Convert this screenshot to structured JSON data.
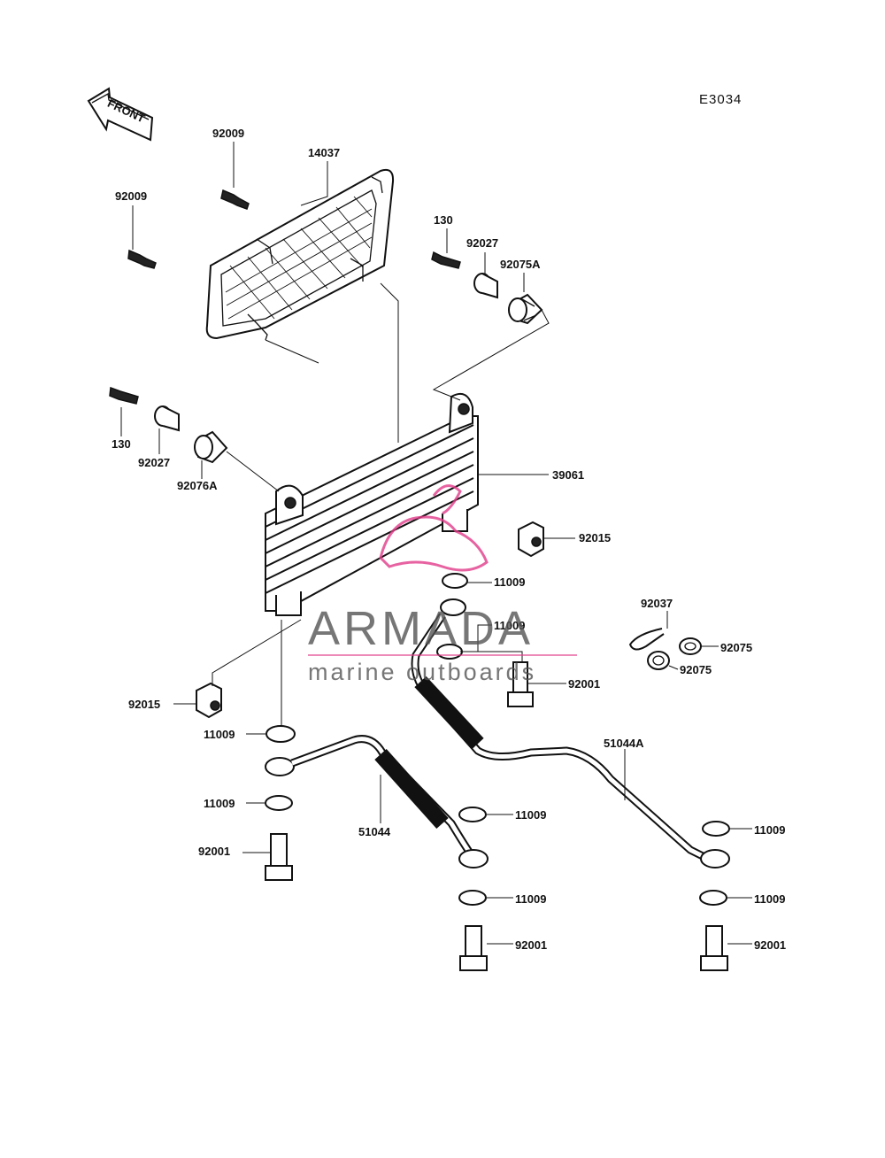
{
  "diagram_code": "E3034",
  "direction_arrow": {
    "label": "FRONT",
    "icon": "front-arrow-icon"
  },
  "watermark": {
    "brand": "ARMADA",
    "tagline": "marine outboards",
    "text_color": "#555555",
    "accent_color": "#e23c8a"
  },
  "callouts": {
    "c92009_top": "92009",
    "c14037": "14037",
    "c92009_left": "92009",
    "c130_right": "130",
    "c92027_right": "92027",
    "c92075A_right": "92075A",
    "c130_left": "130",
    "c92027_left": "92027",
    "c92076A_left": "92076A",
    "c39061": "39061",
    "c92015_right": "92015",
    "c11009_a": "11009",
    "c92037": "92037",
    "c11009_b": "11009",
    "c92075_a": "92075",
    "c92075_b": "92075",
    "c92001_a": "92001",
    "c92015_left": "92015",
    "c11009_c": "11009",
    "c51044A": "51044A",
    "c11009_d": "11009",
    "c11009_e": "11009",
    "c92001_b": "92001",
    "c51044": "51044",
    "c11009_f": "11009",
    "c11009_g": "11009",
    "c11009_h": "11009",
    "c92001_c": "92001",
    "c92001_d": "92001"
  }
}
